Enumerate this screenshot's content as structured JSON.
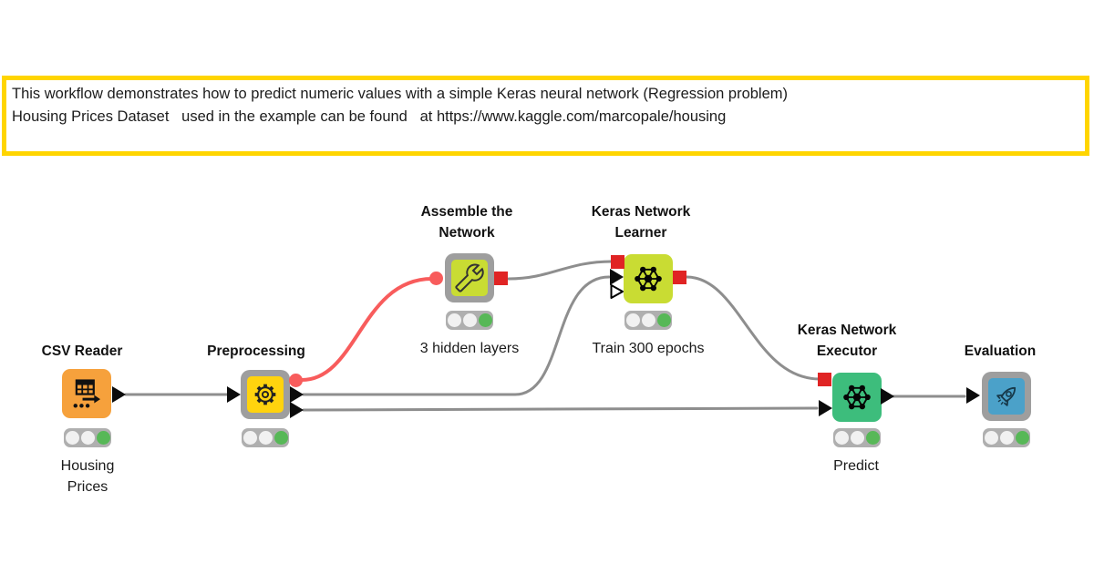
{
  "annotation": {
    "text_lines": [
      "This workflow demonstrates how to predict numeric values with a simple Keras neural network (Regression problem)",
      "Housing Prices Dataset   used in the example can be found   at https://www.kaggle.com/marcopale/housing"
    ],
    "border_color": "#ffd500"
  },
  "colors": {
    "connection": "#8e8e8e",
    "flow_variable_red": "#f85c5c",
    "port_red": "#e02424",
    "component_frame": "#9e9e9e",
    "traffic_bg": "#afafaf",
    "status_off": "#f1f1f1",
    "status_green": "#57b857"
  },
  "nodes": [
    {
      "name": "csv-reader",
      "title": "CSV Reader",
      "label": "Housing\nPrices",
      "color": "#f6a13c",
      "icon": "table-reader",
      "status": "executed"
    },
    {
      "name": "preprocessing",
      "title": "Preprocessing",
      "label": "",
      "color": "#ffd30e",
      "icon": "gear",
      "status": "executed"
    },
    {
      "name": "assemble-the-network",
      "title": "Assemble the\nNetwork",
      "label": "3 hidden layers",
      "color": "#c9dc33",
      "icon": "wrench",
      "status": "executed"
    },
    {
      "name": "keras-network-learner",
      "title": "Keras Network\nLearner",
      "label": "Train 300 epochs",
      "color": "#c9dc33",
      "icon": "neural-network",
      "status": "executed"
    },
    {
      "name": "keras-network-executor",
      "title": "Keras Network\nExecutor",
      "label": "Predict",
      "color": "#3dbd7c",
      "icon": "neural-network",
      "status": "executed"
    },
    {
      "name": "evaluation",
      "title": "Evaluation",
      "label": "",
      "color": "#4ba1c9",
      "icon": "rocket",
      "status": "executed"
    }
  ]
}
